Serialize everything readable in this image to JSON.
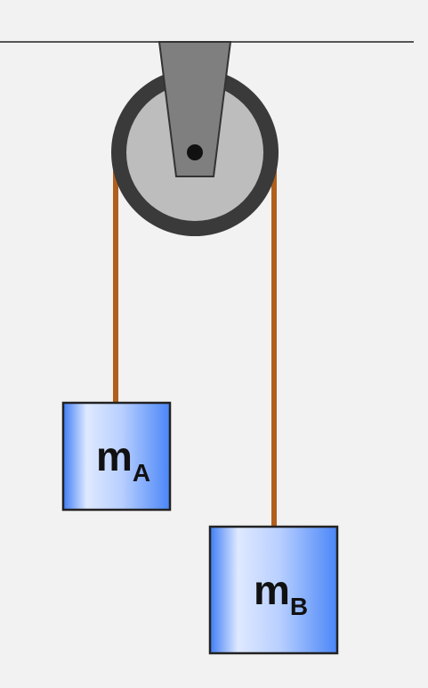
{
  "mass_a": {
    "symbol": "m",
    "subscript": "A"
  },
  "mass_b": {
    "symbol": "m",
    "subscript": "B"
  },
  "colors": {
    "background": "#f2f2f2",
    "ceiling": "#555555",
    "bracket": "#7f7f7f",
    "pulley_rim": "#3a3a3a",
    "pulley_face": "#bdbdbd",
    "axle": "#111111",
    "rope": "#b0601c",
    "block_light": "#e6efff",
    "block_dark": "#3f7df5",
    "block_border": "#222222"
  }
}
